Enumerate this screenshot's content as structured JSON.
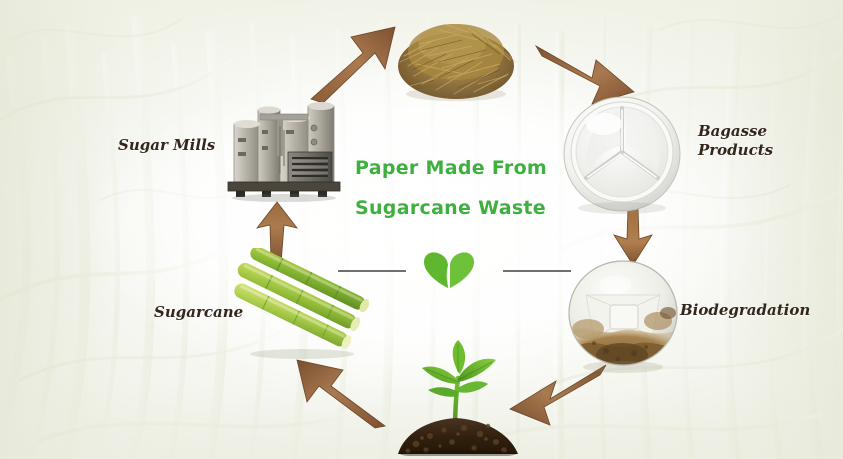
{
  "diagram": {
    "title_lines": [
      "Paper Made From",
      "Sugarcane Waste"
    ],
    "accent_color": "#3faf3f",
    "label_color": "#33261c",
    "arrow_color": "#9a6a43",
    "background_description": "sugarcane field, faded white-green"
  },
  "nodes": [
    {
      "id": "bagasse-pile",
      "label": "",
      "image": "bagasse-fiber-pile"
    },
    {
      "id": "bagasse-products",
      "label": "Bagasse\nProducts",
      "label_line1": "Bagasse",
      "label_line2": "Products",
      "image": "white-3-compartment-plate"
    },
    {
      "id": "biodegradation",
      "label": "Biodegradation",
      "image": "decomposing-plate"
    },
    {
      "id": "soil-seedling",
      "label": "",
      "image": "seedling-in-soil-mound"
    },
    {
      "id": "sugarcane",
      "label": "Sugarcane",
      "image": "sugarcane-stalks"
    },
    {
      "id": "sugar-mills",
      "label": "Sugar Mills",
      "image": "sugar-mill-factory"
    }
  ],
  "arrows": [
    {
      "id": "arrow-mills-to-bagasse",
      "direction": "up-right"
    },
    {
      "id": "arrow-bagasse-to-products",
      "direction": "down-right"
    },
    {
      "id": "arrow-products-to-biodegrade",
      "direction": "down"
    },
    {
      "id": "arrow-biodegrade-to-soil",
      "direction": "down-left"
    },
    {
      "id": "arrow-soil-to-sugarcane",
      "direction": "up-left"
    },
    {
      "id": "arrow-sugarcane-to-mills",
      "direction": "up"
    }
  ],
  "emblem": {
    "name": "two-leaf-heart",
    "color": "#56b833"
  }
}
